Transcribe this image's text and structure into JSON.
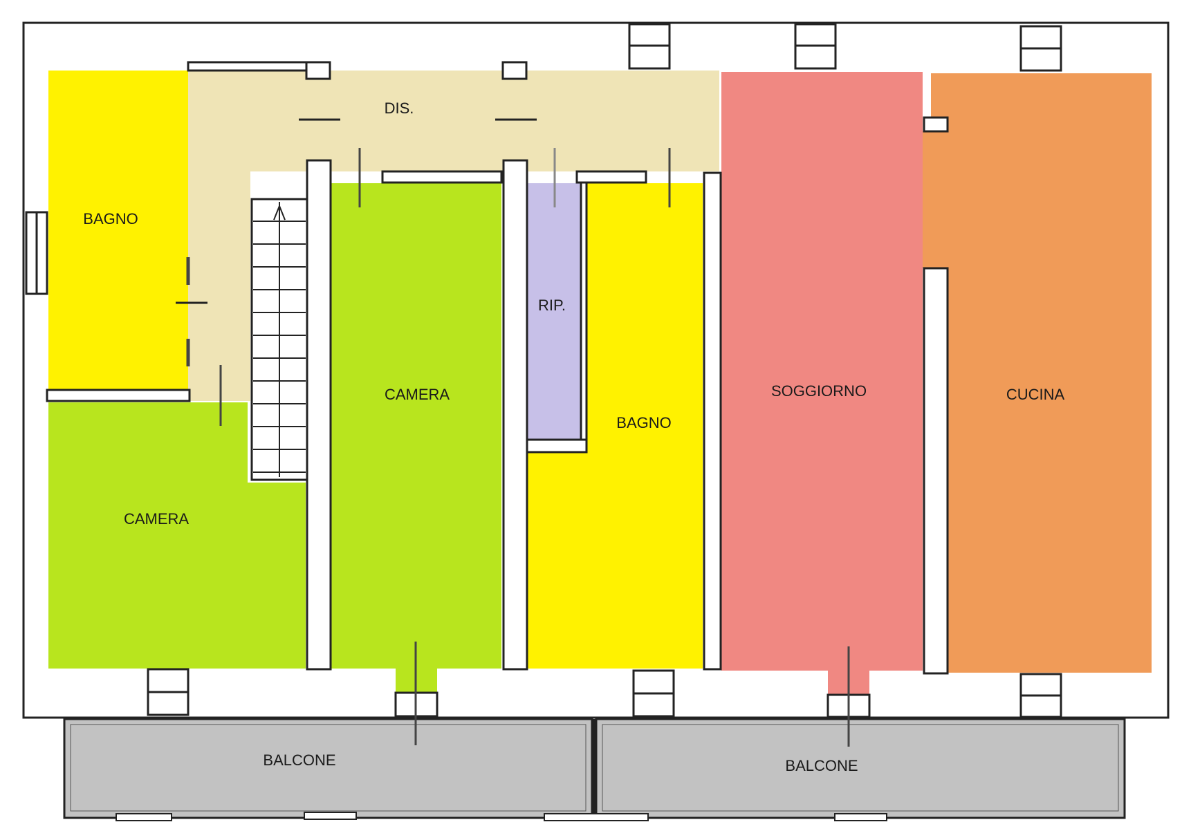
{
  "plan": {
    "colors": {
      "wall": "#ffffff",
      "outline": "#222222",
      "corridor": "#efe4b6",
      "bathroom": "#fff200",
      "bedroom": "#b8e51e",
      "storage": "#c7c0e8",
      "living": "#f08882",
      "kitchen": "#f09b58",
      "balcony": "#c2c2c2"
    },
    "rooms": {
      "dis": "DIS.",
      "bagno_left": "BAGNO",
      "camera_left": "CAMERA",
      "camera_center": "CAMERA",
      "rip": "RIP.",
      "bagno_center": "BAGNO",
      "soggiorno": "SOGGIORNO",
      "cucina": "CUCINA",
      "balcone_left": "BALCONE",
      "balcone_right": "BALCONE"
    }
  }
}
